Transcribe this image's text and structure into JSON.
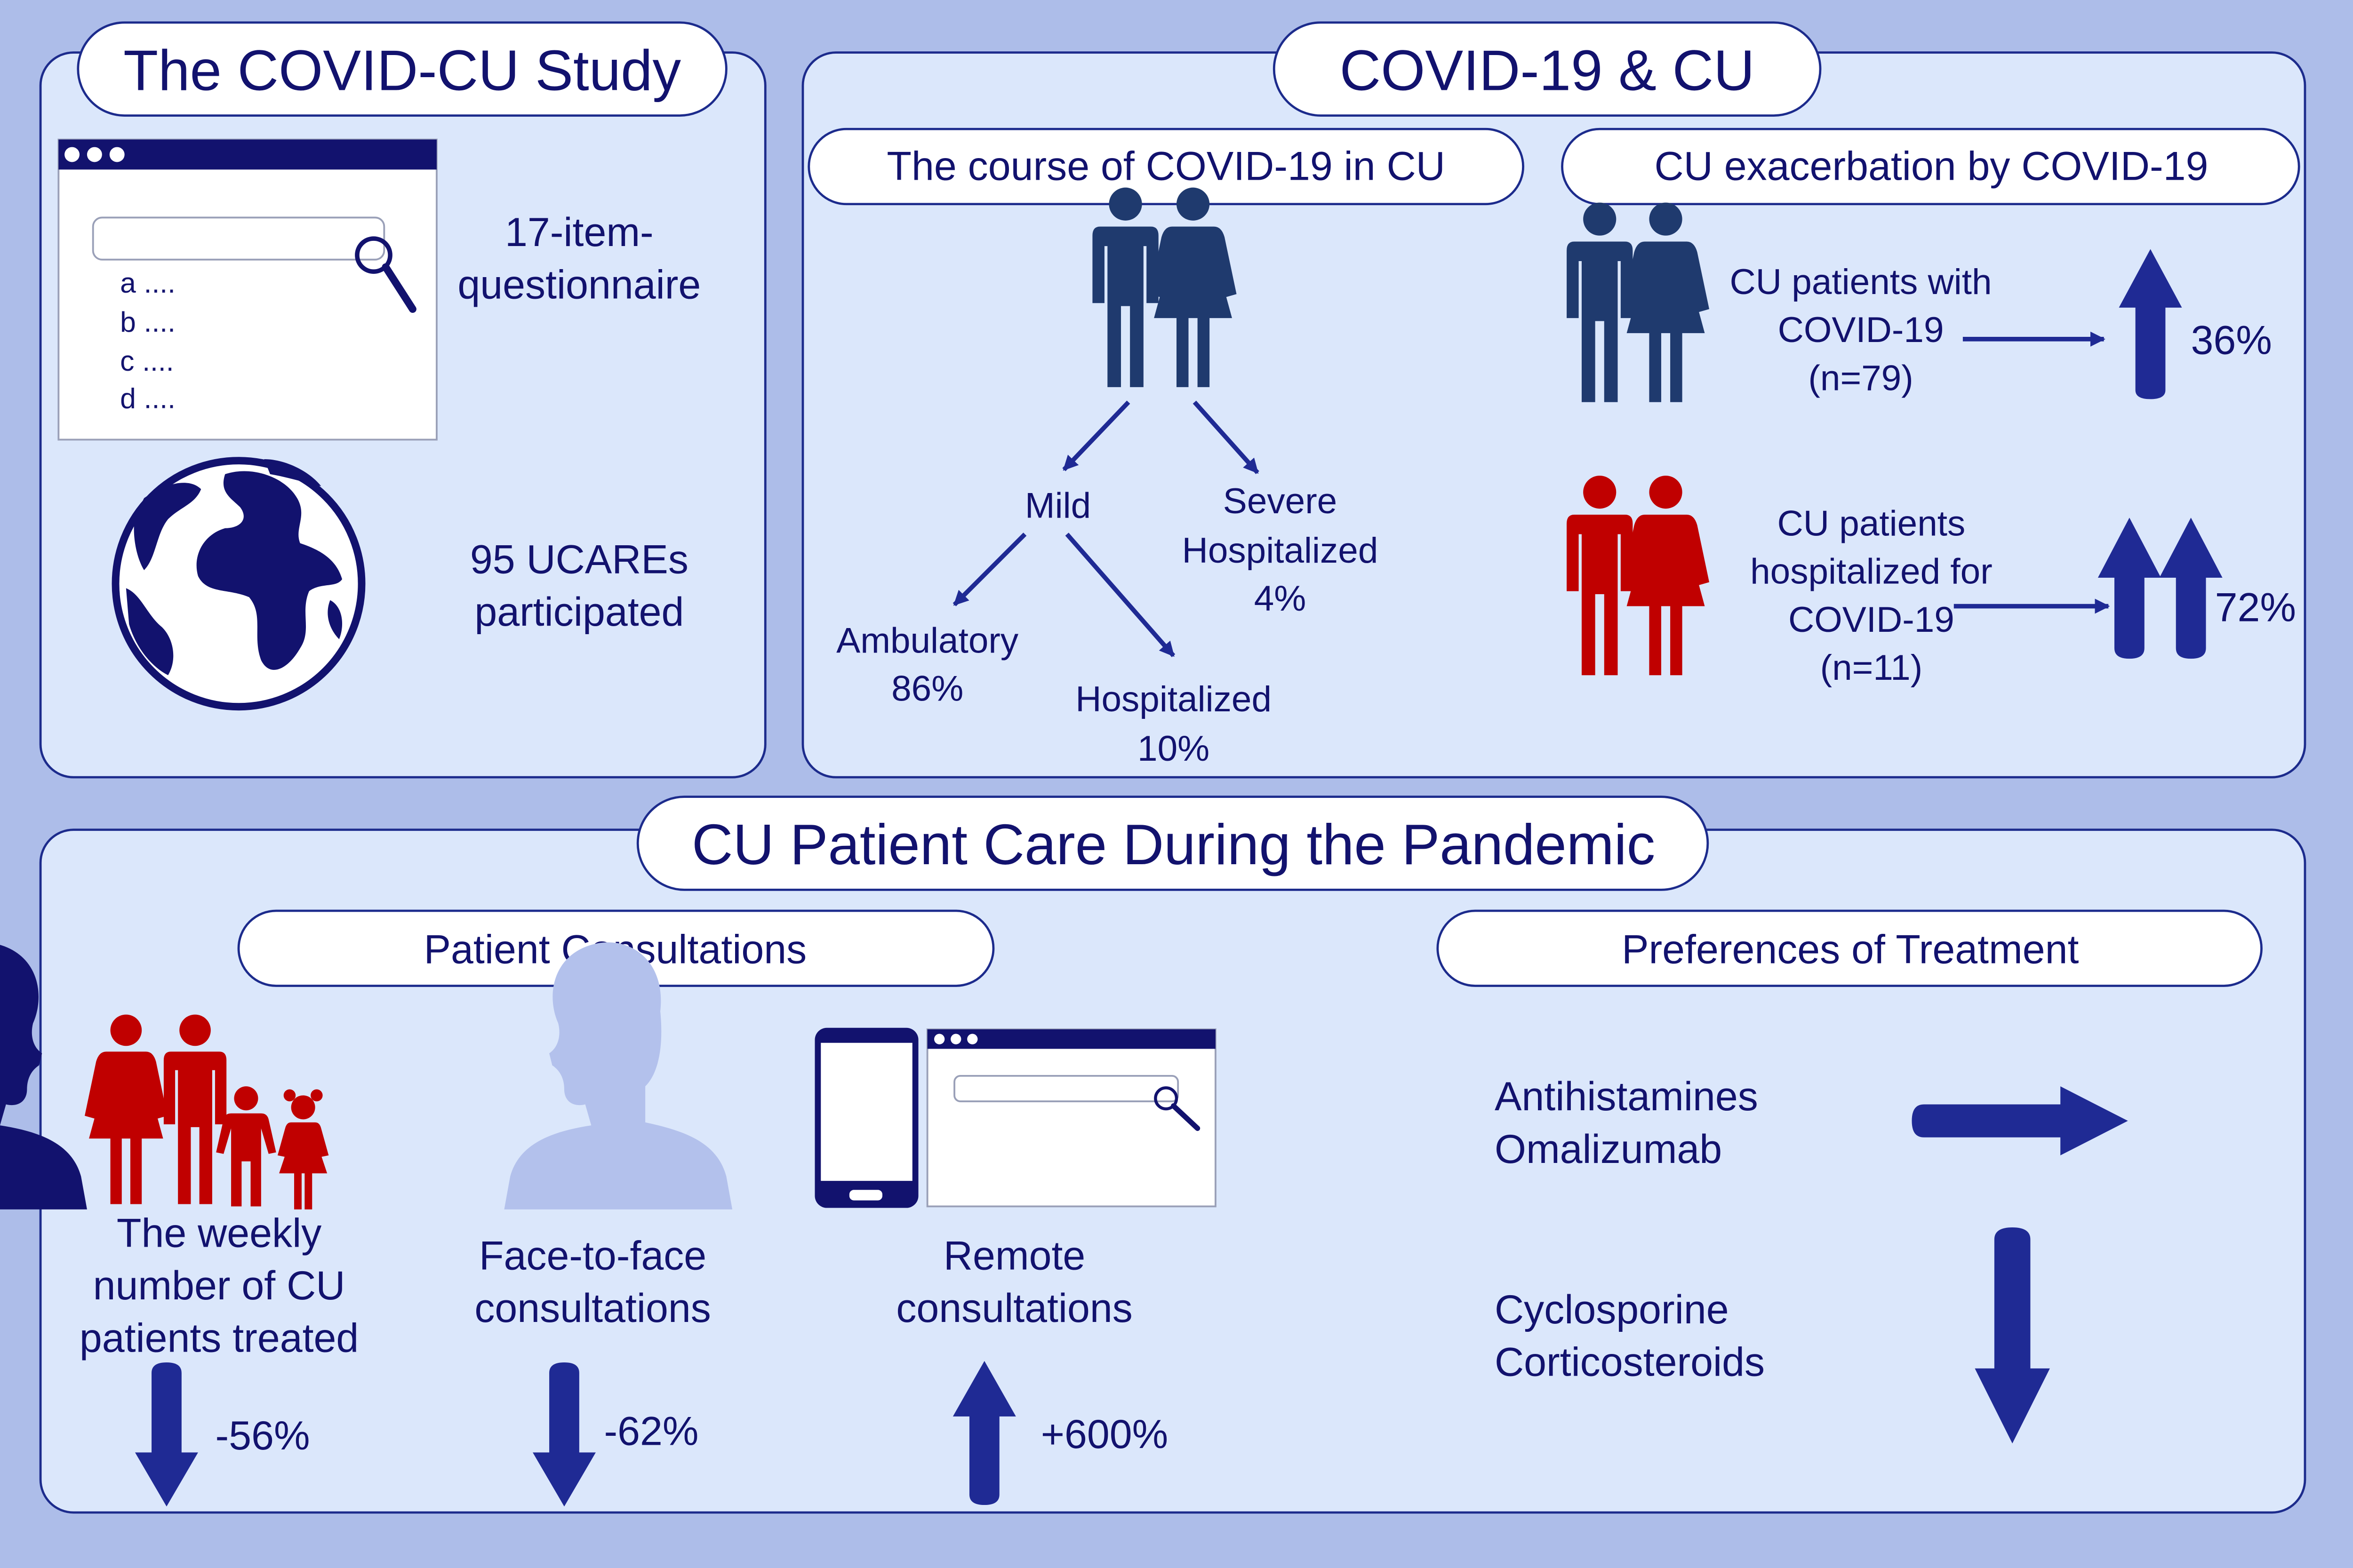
{
  "study": {
    "title": "The COVID-CU Study",
    "questionnaire_lines": [
      "a ....",
      "b ....",
      "c ....",
      "d ...."
    ],
    "questionnaire_label": [
      "17-item-",
      "questionnaire"
    ],
    "ucare_label": [
      "95 UCAREs",
      "participated"
    ]
  },
  "covid_cu": {
    "title": "COVID-19 & CU",
    "course": {
      "title": "The course of COVID-19 in CU",
      "mild": "Mild",
      "severe": [
        "Severe",
        "Hospitalized",
        "4%"
      ],
      "ambulatory": [
        "Ambulatory",
        "86%"
      ],
      "hospitalized": [
        "Hospitalized",
        "10%"
      ]
    },
    "exacerbation": {
      "title": "CU exacerbation by COVID-19",
      "group1": [
        "CU patients with",
        "COVID-19",
        "(n=79)"
      ],
      "group1_pct": "36%",
      "group2": [
        "CU patients",
        "hospitalized for",
        "COVID-19",
        "(n=11)"
      ],
      "group2_pct": "72%"
    }
  },
  "care": {
    "title": "CU Patient Care During the Pandemic",
    "consultations": {
      "title": "Patient Consultations",
      "weekly": [
        "The weekly",
        "number of CU",
        "patients treated"
      ],
      "weekly_pct": "-56%",
      "face": [
        "Face-to-face",
        "consultations"
      ],
      "face_pct": "-62%",
      "remote": [
        "Remote",
        "consultations"
      ],
      "remote_pct": "+600%"
    },
    "treatment": {
      "title": "Preferences of Treatment",
      "stable": [
        "Antihistamines",
        "Omalizumab"
      ],
      "decreased": [
        "Cyclosporine",
        "Corticosteroids"
      ]
    }
  },
  "colors": {
    "background": "#adbde9",
    "panel": "#dbe7fb",
    "navy": "#12126e",
    "arrow": "#1f2a94",
    "red": "#c00000",
    "figure_navy": "#1f3a6e"
  }
}
